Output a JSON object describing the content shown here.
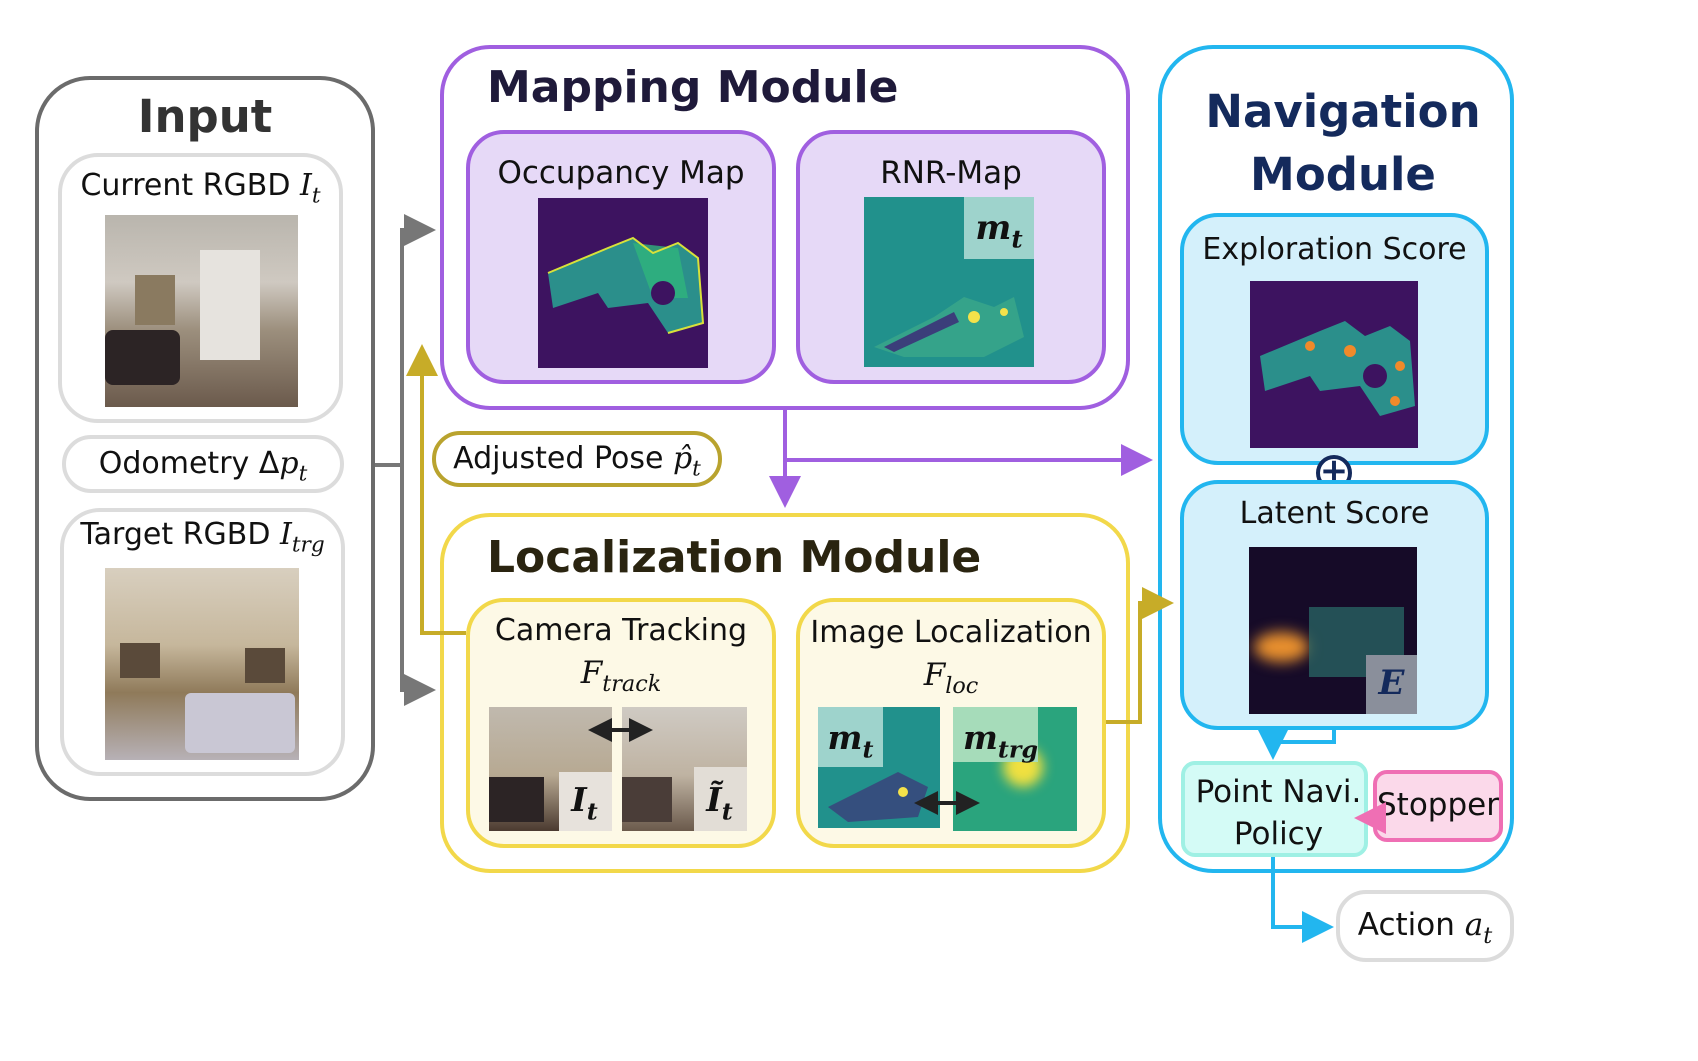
{
  "input": {
    "title": "Input",
    "current": {
      "text": "Current RGBD ",
      "sym": "I",
      "sub": "t"
    },
    "odometry": {
      "text": "Odometry Δ",
      "sym": "p",
      "sub": "t"
    },
    "target": {
      "text": "Target RGBD ",
      "sym": "I",
      "sub": "trg"
    }
  },
  "mapping": {
    "title": "Mapping Module",
    "occupancy": "Occupancy Map",
    "rnr": "RNR-Map",
    "rnr_overlay": {
      "sym": "m",
      "sub": "t"
    }
  },
  "pose": {
    "text": "Adjusted Pose ",
    "sym": "p̂",
    "sub": "t"
  },
  "localization": {
    "title": "Localization Module",
    "tracking": {
      "label": "Camera Tracking",
      "sym": "F",
      "sub": "track"
    },
    "tracking_overlays": [
      {
        "sym": "I",
        "sub": "t"
      },
      {
        "sym": "Ĩ",
        "sub": "t"
      }
    ],
    "imageloc": {
      "label": "Image Localization",
      "sym": "F",
      "sub": "loc"
    },
    "imageloc_overlays": [
      {
        "sym": "m",
        "sub": "t"
      },
      {
        "sym": "m",
        "sub": "trg"
      }
    ]
  },
  "navigation": {
    "title_line1": "Navigation",
    "title_line2": "Module",
    "exploration": "Exploration Score",
    "latent": "Latent Score",
    "latent_overlay": "E",
    "plus": "+",
    "policy_line1": "Point Navi.",
    "policy_line2": "Policy",
    "stopper": "Stopper",
    "action": {
      "text": "Action ",
      "sym": "a",
      "sub": "t"
    }
  },
  "colors": {
    "input_border": "#6b6b6b",
    "mapping_border": "#a05fe0",
    "mapping_fill": "#e6d9f7",
    "localization_border": "#f2d84a",
    "localization_fill": "#fdf9e6",
    "pose_border": "#b9a32e",
    "navigation_border": "#22b6ef",
    "navigation_fill": "#d4f0fb",
    "policy_fill": "#d4fbf6",
    "stopper_fill": "#fbd9ea",
    "stopper_border": "#ef6fb4",
    "map_dark": "#3d1360",
    "map_teal": "#21918c"
  }
}
